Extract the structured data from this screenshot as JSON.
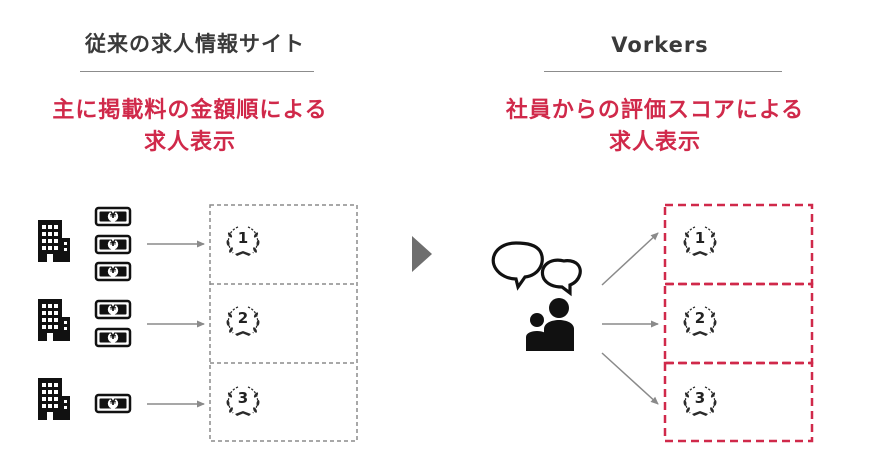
{
  "left": {
    "title": "従来の求人情報サイト",
    "headline_line1": "主に掲載料の金額順による",
    "headline_line2": "求人表示",
    "ranks": [
      "1",
      "2",
      "3"
    ]
  },
  "right": {
    "title": "Vorkers",
    "headline_line1": "社員からの評価スコアによる",
    "headline_line2": "求人表示",
    "ranks": [
      "1",
      "2",
      "3"
    ]
  },
  "money_symbol": "¥",
  "colors": {
    "accent": "#d0294a",
    "text": "#3a3a3a",
    "rule": "#8c8c8c",
    "arrow": "#8a8a8a",
    "icon": "#111111",
    "box_dashed_gray": "#8c8c8c",
    "box_dashed_red": "#d0294a"
  },
  "icons": [
    "building-icon",
    "banknote-icon",
    "laurel-rank-icon",
    "chat-bubbles-icon",
    "people-icon",
    "triangle-arrow-icon"
  ]
}
